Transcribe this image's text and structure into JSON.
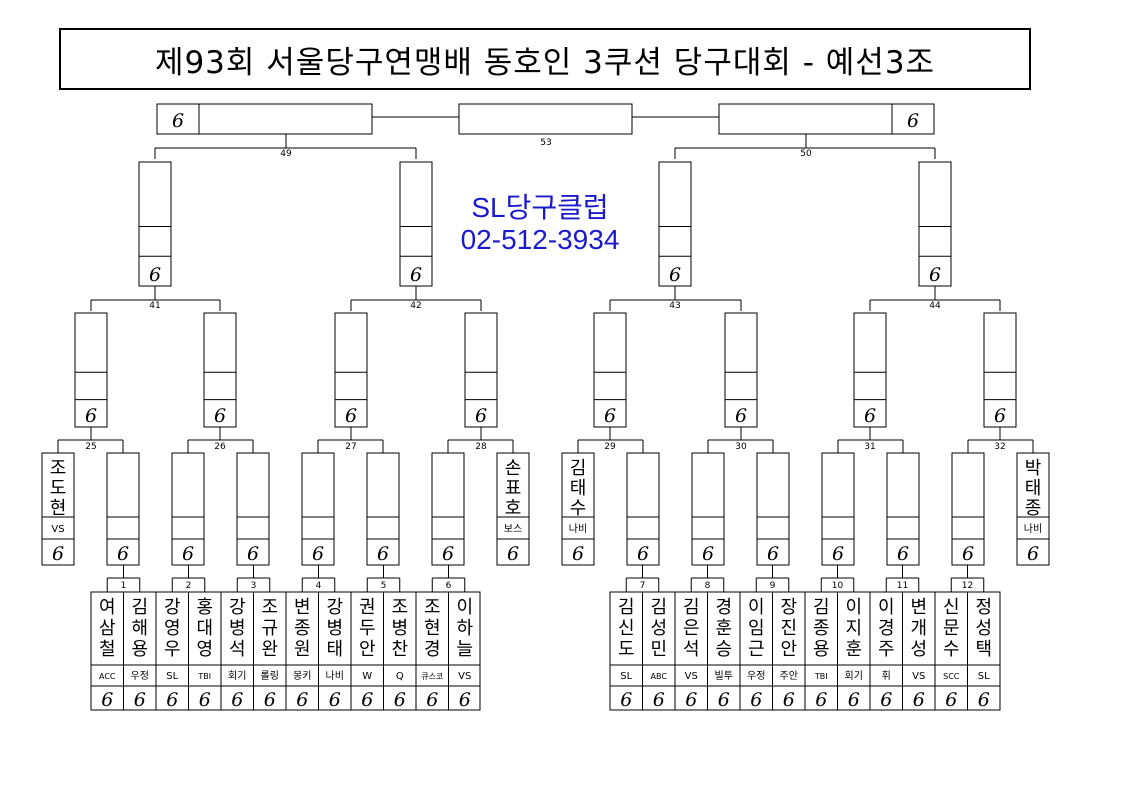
{
  "title": "제93회 서울당구연맹배 동호인 3쿠션 당구대회 - 예선3조",
  "sponsor": {
    "name": "SL당구클럽",
    "phone": "02-512-3934"
  },
  "score_placeholder": "6",
  "match_numbers": {
    "final": "53",
    "semis": [
      "49",
      "50"
    ],
    "quarters": [
      "41",
      "42",
      "43",
      "44"
    ],
    "round16": [
      "25",
      "26",
      "27",
      "28",
      "29",
      "30",
      "31",
      "32"
    ],
    "opening": [
      "1",
      "2",
      "3",
      "4",
      "5",
      "6",
      "7",
      "8",
      "9",
      "10",
      "11",
      "12"
    ]
  },
  "byes": [
    {
      "name": "조도현",
      "club": "VS"
    },
    {
      "name": "손표호",
      "club": "보스"
    },
    {
      "name": "김태수",
      "club": "나비"
    },
    {
      "name": "박태종",
      "club": "나비"
    }
  ],
  "players": [
    {
      "name": "여삼철",
      "club": "ACC"
    },
    {
      "name": "김해용",
      "club": "우정"
    },
    {
      "name": "강영우",
      "club": "SL"
    },
    {
      "name": "홍대영",
      "club": "TBI"
    },
    {
      "name": "강병석",
      "club": "회기"
    },
    {
      "name": "조규완",
      "club": "롤링"
    },
    {
      "name": "변종원",
      "club": "몽키"
    },
    {
      "name": "강병태",
      "club": "나비"
    },
    {
      "name": "권두안",
      "club": "W"
    },
    {
      "name": "조병찬",
      "club": "Q"
    },
    {
      "name": "조현경",
      "club": "큐스코"
    },
    {
      "name": "이하늘",
      "club": "VS"
    },
    {
      "name": "김신도",
      "club": "SL"
    },
    {
      "name": "김성민",
      "club": "ABC"
    },
    {
      "name": "김은석",
      "club": "VS"
    },
    {
      "name": "경훈승",
      "club": "빌투"
    },
    {
      "name": "이임근",
      "club": "우정"
    },
    {
      "name": "장진안",
      "club": "주안"
    },
    {
      "name": "김종용",
      "club": "TBI"
    },
    {
      "name": "이지훈",
      "club": "회기"
    },
    {
      "name": "이경주",
      "club": "휘"
    },
    {
      "name": "변개성",
      "club": "VS"
    },
    {
      "name": "신문수",
      "club": "SCC"
    },
    {
      "name": "정성택",
      "club": "SL"
    }
  ]
}
